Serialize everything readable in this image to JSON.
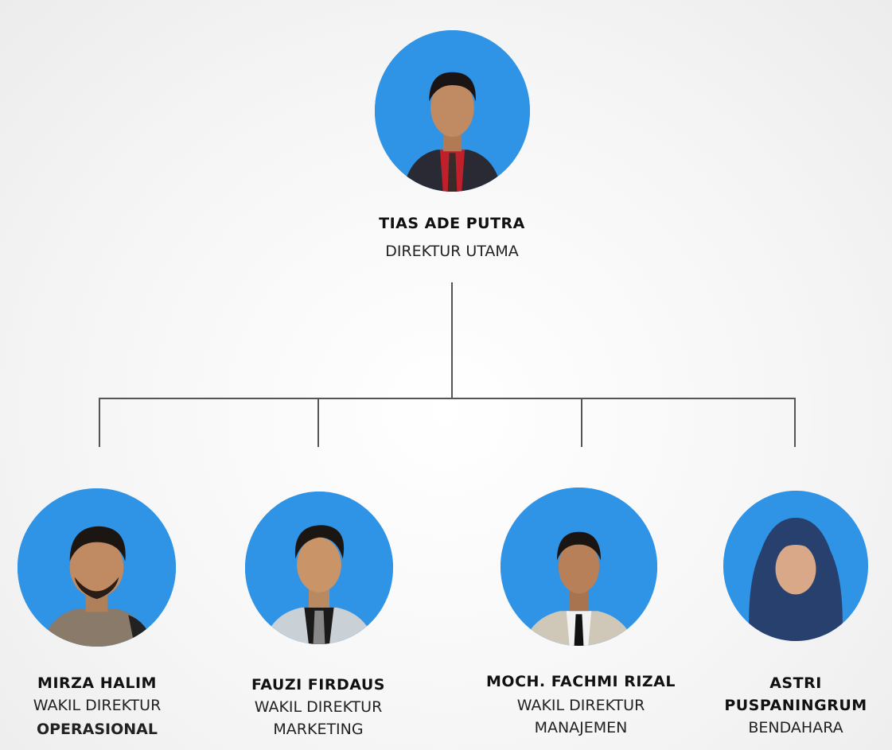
{
  "top": {
    "name": "TIAS ADE PUTRA",
    "role": "DIREKTUR UTAMA"
  },
  "members": [
    {
      "name": "MIRZA HALIM",
      "role_line1": "WAKIL DIREKTUR",
      "role_line2": "OPERASIONAL"
    },
    {
      "name": "FAUZI FIRDAUS",
      "role_line1": "WAKIL DIREKTUR",
      "role_line2": "MARKETING"
    },
    {
      "name": "MOCH. FACHMI RIZAL",
      "role_line1": "WAKIL DIREKTUR",
      "role_line2": "MANAJEMEN"
    },
    {
      "name_line1": "ASTRI",
      "name_line2": "PUSPANINGRUM",
      "role": "BENDAHARA"
    }
  ],
  "colors": {
    "photo_bg": "#2f93e6",
    "connector": "#555555"
  }
}
